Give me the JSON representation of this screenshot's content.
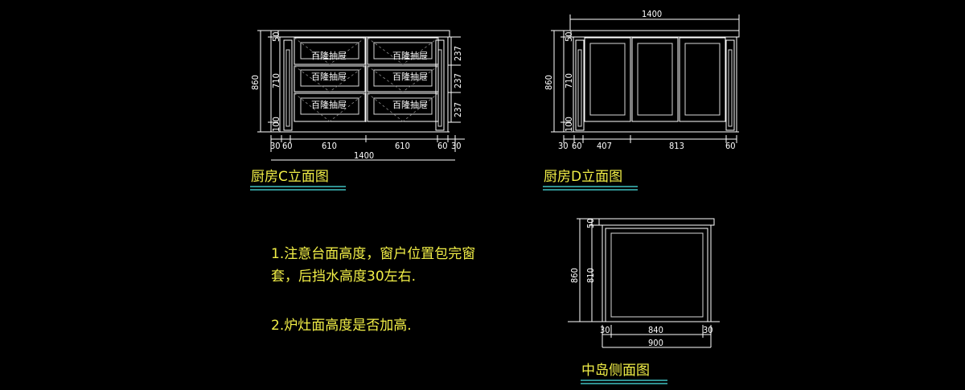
{
  "elevation_c": {
    "title": "厨房C立面图",
    "drawer_label": "百隆抽屉",
    "heights": {
      "top": "50",
      "middle": "710",
      "overall": "860",
      "bottom": "100"
    },
    "drawer_heights": [
      "237",
      "237",
      "237"
    ],
    "widths": [
      "30",
      "60",
      "610",
      "610",
      "60",
      "30"
    ],
    "total_width": "1400"
  },
  "elevation_d": {
    "title": "厨房D立面图",
    "top_width": "1400",
    "heights": {
      "top": "50",
      "middle": "710",
      "overall": "860",
      "bottom": "100"
    },
    "widths": [
      "30",
      "60",
      "407",
      "813",
      "60"
    ]
  },
  "island_side": {
    "title": "中岛侧面图",
    "heights": {
      "top": "50",
      "body": "810",
      "overall": "860"
    },
    "widths": [
      "30",
      "840",
      "30"
    ],
    "total_width": "900"
  },
  "notes": [
    {
      "line1": "1.注意台面高度，窗户位置包完窗",
      "line2": "套，后挡水高度30左右."
    },
    {
      "line1": "2.炉灶面高度是否加高."
    }
  ]
}
